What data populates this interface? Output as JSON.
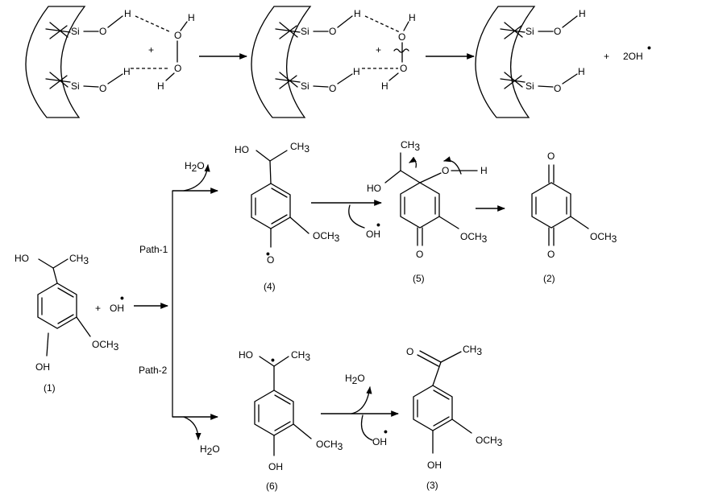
{
  "atoms": {
    "si": "Si",
    "o": "O",
    "h": "H",
    "ho": "HO",
    "oh": "OH",
    "ch": "CH",
    "och": "OCH",
    "three": "3",
    "two": "2",
    "plus": "+",
    "dot": "•",
    "oh_radical": "2OH"
  },
  "reagents": {
    "h2o_h": "H",
    "h2o_sub": "2",
    "h2o_o": "O",
    "oh_radical": "OH"
  },
  "paths": {
    "path1": "Path-1",
    "path2": "Path-2"
  },
  "compounds": {
    "c1": "(1)",
    "c2": "(2)",
    "c3": "(3)",
    "c4": "(4)",
    "c5": "(5)",
    "c6": "(6)"
  }
}
